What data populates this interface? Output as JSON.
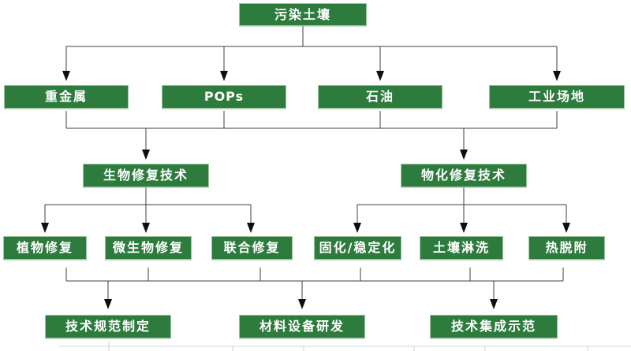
{
  "diagram": {
    "type": "flowchart",
    "topic": "contaminated-soil-remediation-technology-tree",
    "colors": {
      "node_fill": "#2e7b3e",
      "node_border": "#9cc49f",
      "node_text": "#ffffff",
      "connector_line": "#3f3f3f",
      "arrowhead": "#0f0f0f",
      "background": "#ffffff",
      "table_edge": "#d7d7d7"
    },
    "nodes": {
      "root": "污染土壤",
      "heavy_metals": "重金属",
      "pops": "POPs",
      "petroleum": "石油",
      "industrial_sites": "工业场地",
      "bioremediation": "生物修复技术",
      "physicochemical": "物化修复技术",
      "phytoremediation": "植物修复",
      "microbial_remediation": "微生物修复",
      "combined_remediation": "联合修复",
      "solidification_stabilization": "固化/稳定化",
      "soil_washing": "土壤淋洗",
      "thermal_desorption": "热脱附",
      "standards_development": "技术规范制定",
      "materials_equipment_rd": "材料设备研发",
      "technology_integration_demo": "技术集成示范"
    },
    "edges": [
      {
        "from": "root",
        "to": [
          "heavy_metals",
          "pops",
          "petroleum",
          "industrial_sites"
        ]
      },
      {
        "from": [
          "heavy_metals",
          "pops",
          "petroleum",
          "industrial_sites"
        ],
        "to": [
          "bioremediation",
          "physicochemical"
        ]
      },
      {
        "from": "bioremediation",
        "to": [
          "phytoremediation",
          "microbial_remediation",
          "combined_remediation"
        ]
      },
      {
        "from": "physicochemical",
        "to": [
          "solidification_stabilization",
          "soil_washing",
          "thermal_desorption"
        ]
      },
      {
        "from": [
          "phytoremediation",
          "microbial_remediation",
          "combined_remediation",
          "solidification_stabilization",
          "soil_washing",
          "thermal_desorption"
        ],
        "to": [
          "standards_development",
          "materials_equipment_rd",
          "technology_integration_demo"
        ]
      }
    ]
  }
}
